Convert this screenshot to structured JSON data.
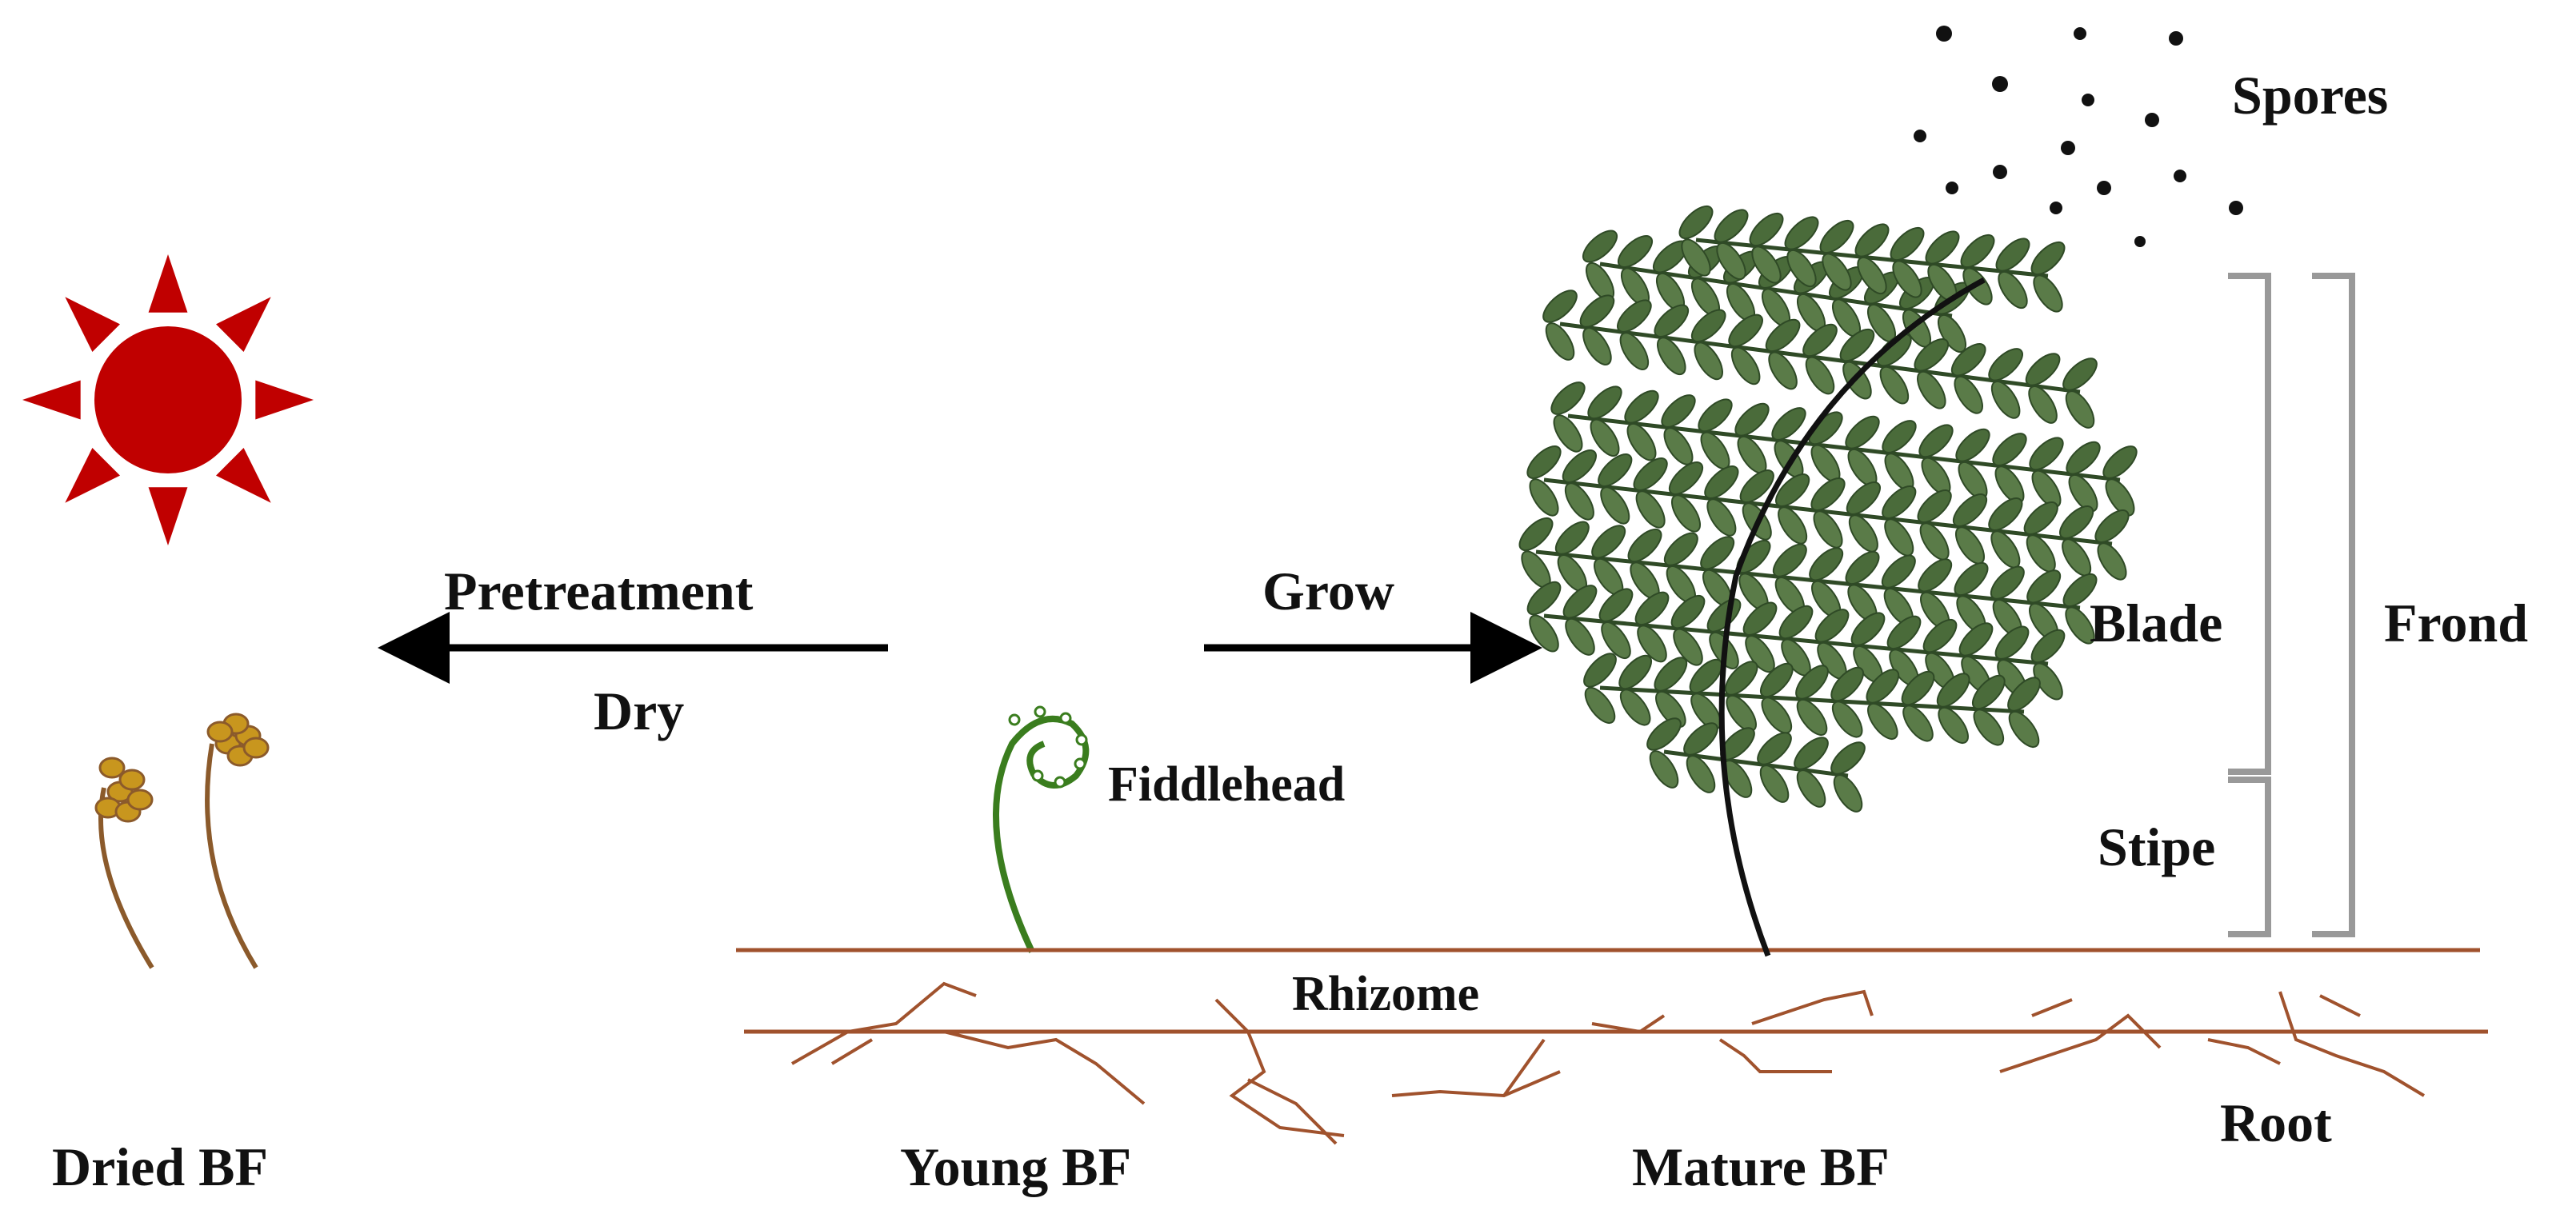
{
  "labels": {
    "spores": "Spores",
    "pretreatment": "Pretreatment",
    "dry": "Dry",
    "grow": "Grow",
    "fiddlehead": "Fiddlehead",
    "blade": "Blade",
    "frond": "Frond",
    "stipe": "Stipe",
    "rhizome": "Rhizome",
    "root": "Root",
    "dried_bf": "Dried BF",
    "young_bf": "Young BF",
    "mature_bf": "Mature BF"
  },
  "colors": {
    "sun": "#c00000",
    "dried_fern_stem": "#8b5a2b",
    "dried_fern_head": "#c8961e",
    "young_fern": "#3a7d1e",
    "leaf": "#4a6b3a",
    "leaf_dark": "#2f4a26",
    "stem": "#111111",
    "rhizome": "#a0522d",
    "bracket": "#999999",
    "arrow": "#000000"
  }
}
